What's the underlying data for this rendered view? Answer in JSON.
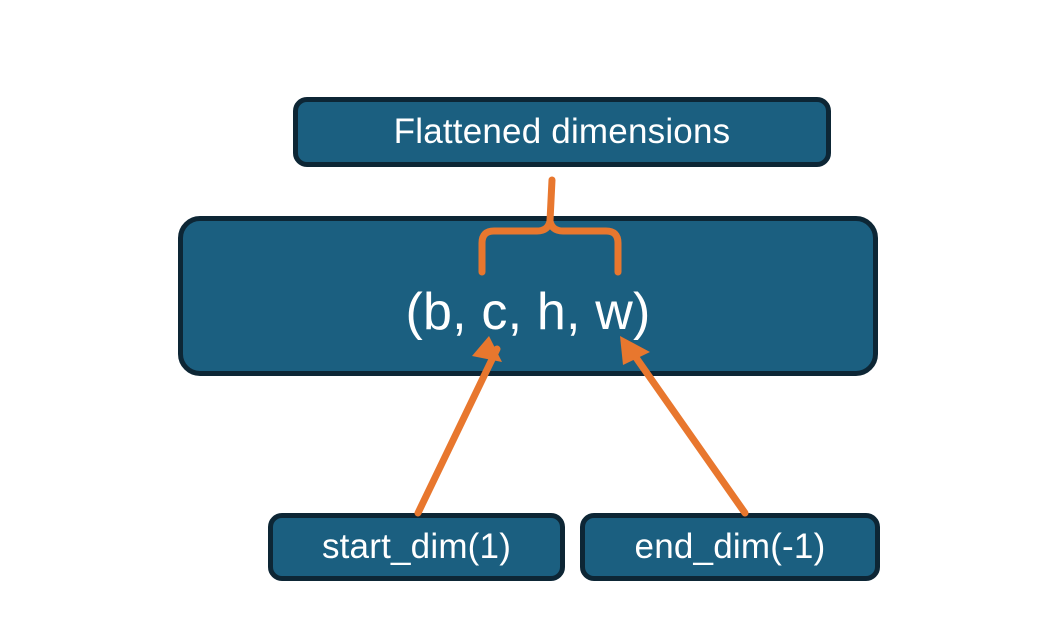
{
  "diagram": {
    "title_node": {
      "label": "Flattened dimensions",
      "name": "flattened-dimensions-box"
    },
    "shape_node": {
      "label": "(b, c, h, w)",
      "name": "tensor-shape-box",
      "dims": [
        "b",
        "c",
        "h",
        "w"
      ]
    },
    "param_nodes": [
      {
        "label": "start_dim(1)",
        "name": "start-dim-box",
        "value": 1
      },
      {
        "label": "end_dim(-1)",
        "name": "end-dim-box",
        "value": -1
      }
    ],
    "connectors": [
      {
        "name": "brace-connector",
        "kind": "curly-brace",
        "from": "tensor-shape-box",
        "to": "flattened-dimensions-box",
        "spans_dims": [
          "c",
          "h",
          "w"
        ]
      },
      {
        "name": "start-dim-arrow",
        "kind": "arrow",
        "from": "start-dim-box",
        "to": "tensor-shape-box"
      },
      {
        "name": "end-dim-arrow",
        "kind": "arrow",
        "from": "end-dim-box",
        "to": "tensor-shape-box"
      }
    ],
    "colors": {
      "node_fill": "#1b5f80",
      "node_border": "#0d2635",
      "node_text": "#ffffff",
      "accent": "#e8772e",
      "background": "#ffffff"
    }
  }
}
